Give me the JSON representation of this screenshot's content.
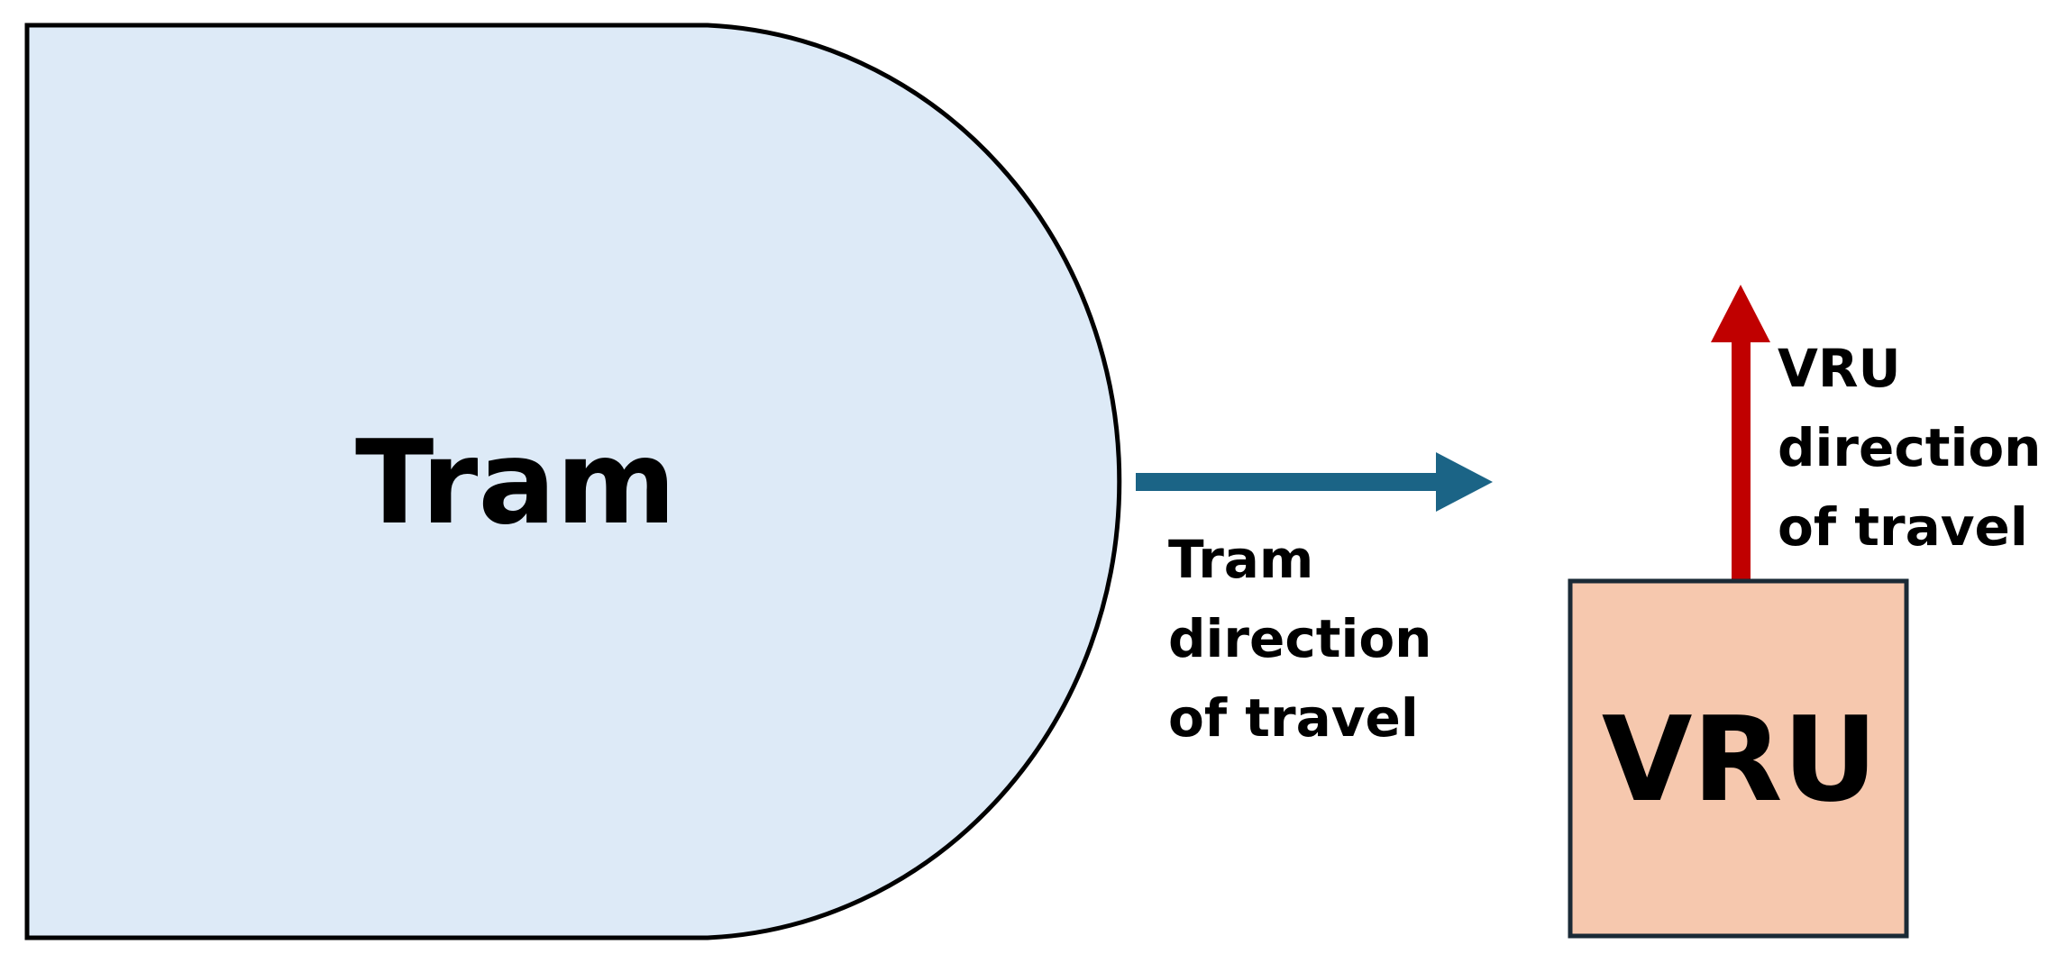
{
  "tram": {
    "label": "Tram",
    "fill_color": "#ddeaf7",
    "stroke_color": "#000000"
  },
  "tram_arrow": {
    "color": "#1b6486",
    "caption_lines": [
      "Tram",
      "direction",
      "of travel"
    ]
  },
  "vru": {
    "label": "VRU",
    "fill_color": "#f6c8ae",
    "stroke_color": "#1a2a36"
  },
  "vru_arrow": {
    "color": "#c00000",
    "caption_lines": [
      "VRU",
      "direction",
      "of travel"
    ]
  }
}
